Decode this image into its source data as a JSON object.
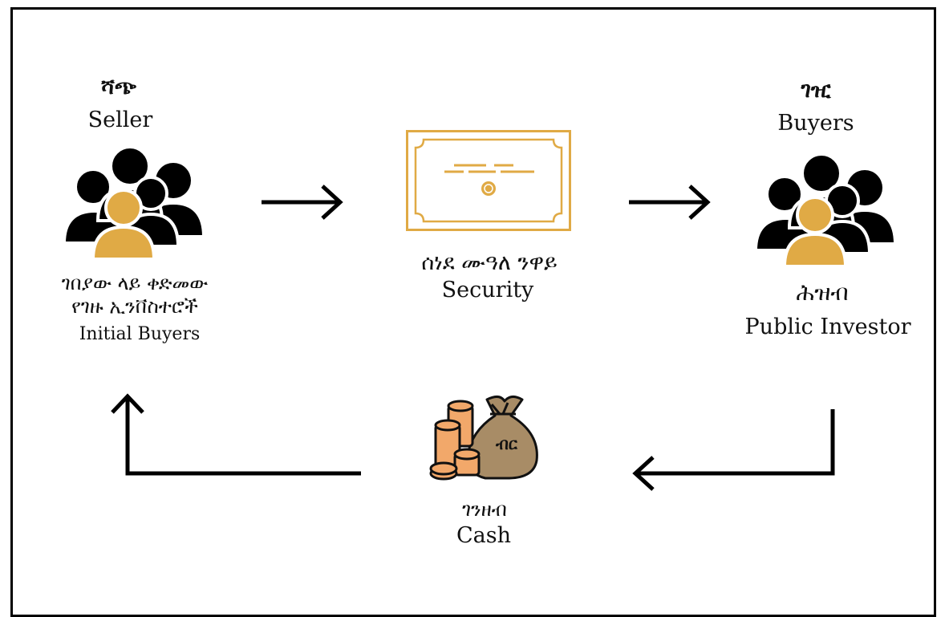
{
  "seller": {
    "title_am": "ሻጭ",
    "title_en": "Seller",
    "subtitle_am_line1": "ገበያው ላይ ቀድመው",
    "subtitle_am_line2": "የገዙ ኢንቨስተሮች",
    "subtitle_en": "Initial Buyers"
  },
  "security": {
    "label_am": "ሰነደ ሙዓለ ንዋይ",
    "label_en": "Security"
  },
  "buyers": {
    "title_am": "ገዢ",
    "title_en": "Buyers",
    "subtitle_am": "ሕዝብ",
    "subtitle_en": "Public Investor"
  },
  "cash": {
    "bag_label": "ብር",
    "label_am": "ገንዘብ",
    "label_en": "Cash"
  },
  "colors": {
    "gold": "#E0AA45",
    "black": "#000000",
    "coin": "#F2A86A",
    "bag": "#A88C66"
  }
}
